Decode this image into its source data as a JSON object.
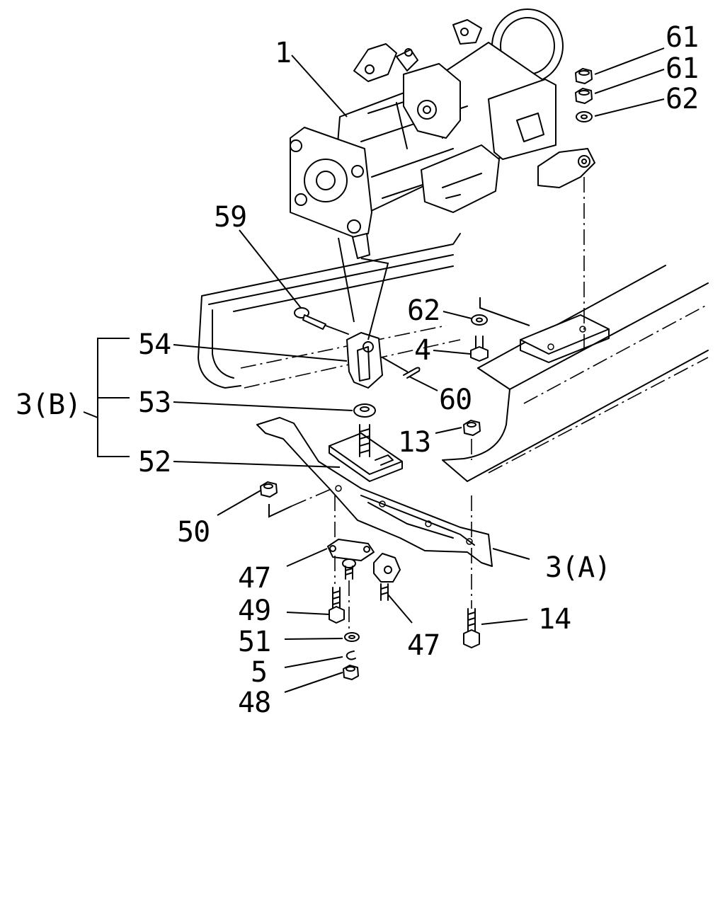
{
  "callouts": {
    "c1": "1",
    "c61a": "61",
    "c61b": "61",
    "c62a": "62",
    "c59": "59",
    "c62b": "62",
    "c54": "54",
    "c4": "4",
    "c3b": "3(B)",
    "c53": "53",
    "c60": "60",
    "c13": "13",
    "c52": "52",
    "c50": "50",
    "c3a": "3(A)",
    "c47a": "47",
    "c49": "49",
    "c47b": "47",
    "c14": "14",
    "c51": "51",
    "c5": "5",
    "c48": "48"
  }
}
